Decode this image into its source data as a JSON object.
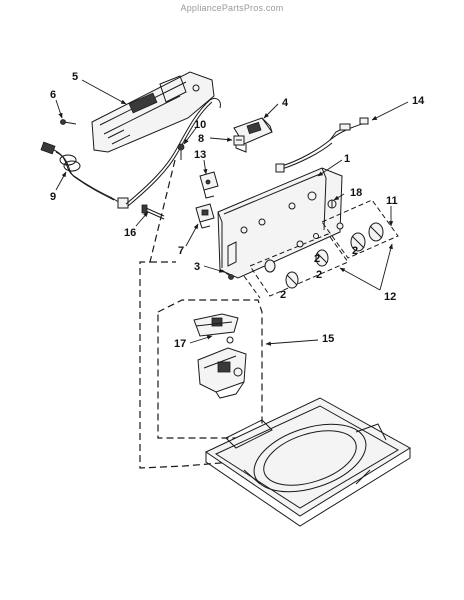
{
  "watermark": "AppliancePartsPros.com",
  "callouts": {
    "c1": "1",
    "c2a": "2",
    "c2b": "2",
    "c2c": "2",
    "c2d": "2",
    "c3": "3",
    "c4": "4",
    "c5": "5",
    "c6": "6",
    "c7": "7",
    "c8": "8",
    "c9": "9",
    "c10": "10",
    "c11": "11",
    "c12": "12",
    "c13": "13",
    "c14": "14",
    "c15": "15",
    "c16": "16",
    "c17": "17",
    "c18": "18"
  }
}
